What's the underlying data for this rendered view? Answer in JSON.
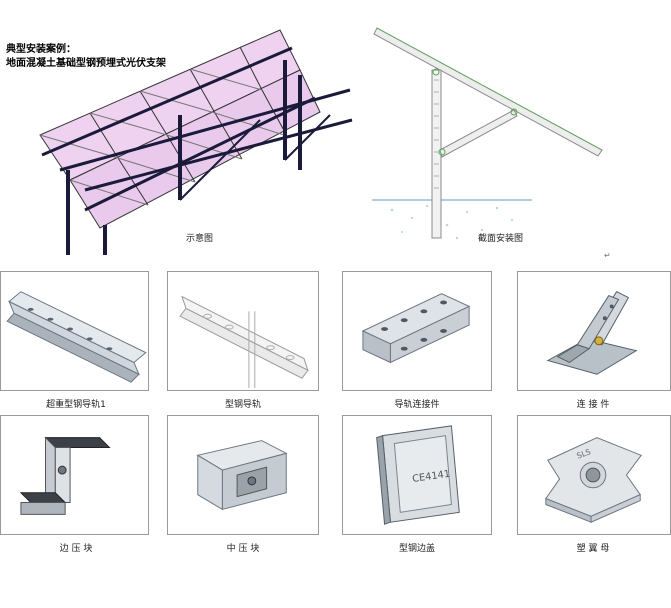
{
  "heading": {
    "line1": "典型安装案例：",
    "line2": "地面混凝土基础型钢预埋式光伏支架"
  },
  "diagrams": {
    "left_caption": "示意图",
    "right_caption": "截面安装图"
  },
  "parts": [
    {
      "label": "超重型钢导轨1",
      "icon": "heavy-steel-rail-image"
    },
    {
      "label": "型钢导轨",
      "icon": "steel-rail-image"
    },
    {
      "label": "导轨连接件",
      "icon": "rail-connector-image"
    },
    {
      "label": "连 接 件",
      "icon": "connector-bracket-image"
    },
    {
      "label": "边 压 块",
      "icon": "end-clamp-image"
    },
    {
      "label": "中 压 块",
      "icon": "mid-clamp-image"
    },
    {
      "label": "型钢边盖",
      "icon": "rail-end-cap-image"
    },
    {
      "label": "塑 翼 母",
      "icon": "wing-nut-image"
    }
  ],
  "end_cap_marking": "CE4141",
  "wing_nut_marking": "SLS"
}
